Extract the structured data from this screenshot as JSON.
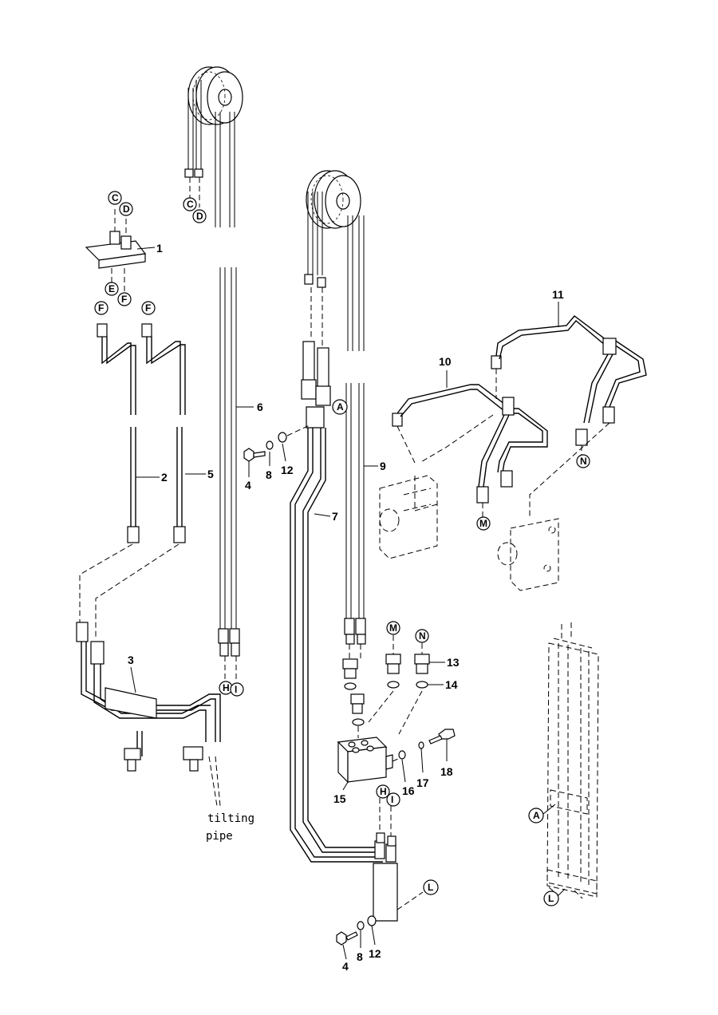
{
  "part_numbers": {
    "n1": "1",
    "n2": "2",
    "n3": "3",
    "n4a": "4",
    "n4b": "4",
    "n5": "5",
    "n6": "6",
    "n7": "7",
    "n8a": "8",
    "n8b": "8",
    "n9": "9",
    "n10": "10",
    "n11": "11",
    "n12a": "12",
    "n12b": "12",
    "n13": "13",
    "n14": "14",
    "n15": "15",
    "n16": "16",
    "n17": "17",
    "n18": "18"
  },
  "connection_markers": {
    "c1": "C",
    "d1": "D",
    "c2": "C",
    "d2": "D",
    "e1": "E",
    "f1": "F",
    "f2": "F",
    "f3": "F",
    "h1": "H",
    "i1": "I",
    "h2": "H",
    "i2": "I",
    "a1": "A",
    "a2": "A",
    "m1": "M",
    "m2": "M",
    "n1": "N",
    "n2": "N",
    "l1": "L",
    "l2": "L"
  },
  "annotation": {
    "line1": "tilting",
    "line2": "pipe"
  }
}
